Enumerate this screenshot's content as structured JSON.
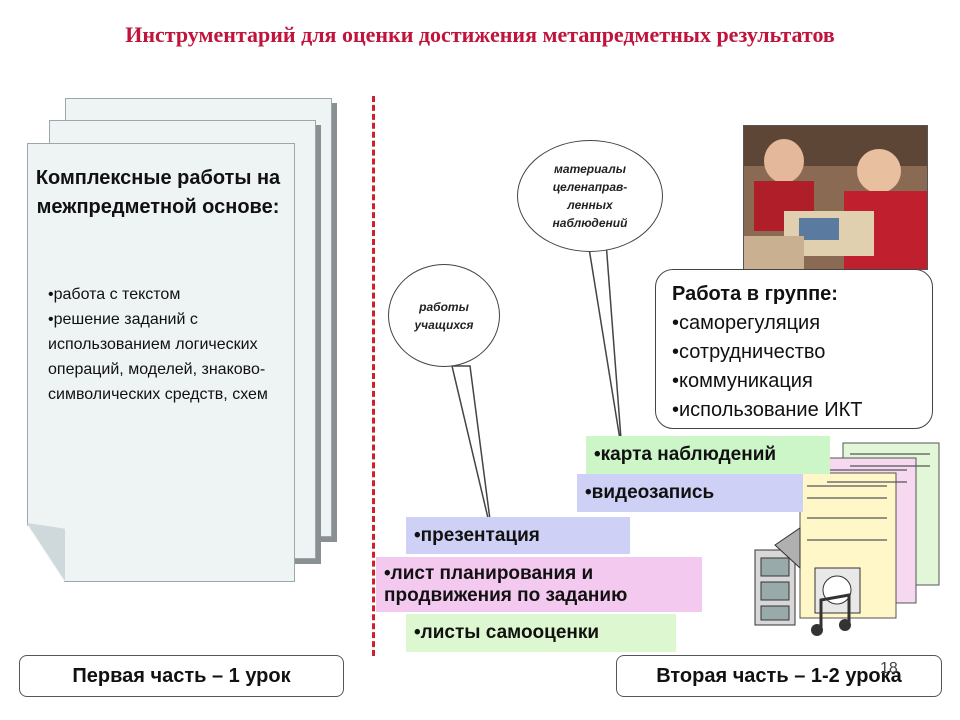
{
  "title": "Инструментарий для оценки достижения метапредметных результатов",
  "left_doc": {
    "heading": "Комплексные работы на межпредметной основе:",
    "items": [
      "•работа с текстом",
      "•решение заданий с использованием логических операций, моделей, знаково-символических средств, схем"
    ]
  },
  "bubbles": {
    "student_work": "работы учащихся",
    "observations": "материалы целенаправ-ленных наблюдений"
  },
  "group_work": {
    "heading": "Работа в группе:",
    "items": [
      "•саморегуляция",
      "•сотрудничество",
      "•коммуникация",
      "•использование ИКТ"
    ]
  },
  "tools": [
    {
      "label": "•карта наблюдений",
      "color": "#ccf5c8"
    },
    {
      "label": "•видеозапись",
      "color": "#cfd0f5"
    },
    {
      "label": "•презентация",
      "color": "#cfd0f5"
    },
    {
      "label": "•лист планирования и продвижения по заданию",
      "color": "#f4c9f0"
    },
    {
      "label": "•листы самооценки",
      "color": "#ddf7d0"
    }
  ],
  "footer": {
    "left": "Первая часть – 1 урок",
    "right": "Вторая часть – 1-2 урока"
  },
  "page_number": "18"
}
